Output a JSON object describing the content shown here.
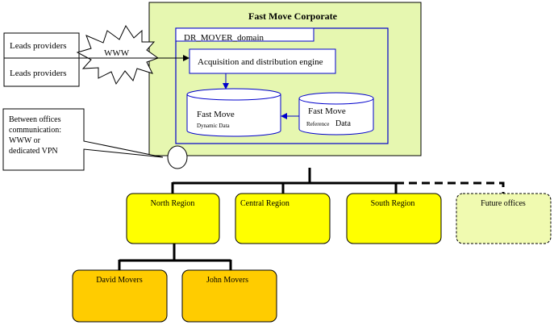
{
  "corporate": {
    "title": "Fast Move Corporate"
  },
  "domain": {
    "label": "DR_MOVER_domain"
  },
  "engine": {
    "label": "Acquisition and distribution engine"
  },
  "dynamic_db": {
    "line1": "Fast Move",
    "line2": "Dynamic Data"
  },
  "reference_db": {
    "line1": "Fast Move",
    "line2": "Reference",
    "line3": "Data"
  },
  "leads": [
    "Leads providers",
    "Leads providers"
  ],
  "www": {
    "label": "WWW"
  },
  "callout": {
    "lines": [
      "Between offices",
      "communication:",
      "WWW or",
      "dedicated VPN"
    ]
  },
  "regions": {
    "north": "North Region",
    "central": "Central Region",
    "south": "South Region",
    "future": "Future offices"
  },
  "offices": {
    "david": "David Movers",
    "john": "John Movers"
  },
  "colors": {
    "corporate_fill": "#e6f7b0",
    "region_fill": "#ffff00",
    "future_fill": "#f0fab0",
    "office_fill": "#ffcc00",
    "domain_border": "#0000cc"
  }
}
